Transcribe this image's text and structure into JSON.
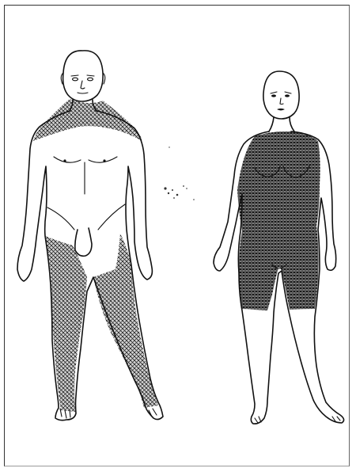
{
  "figure": {
    "type": "anatomical-body-diagram",
    "text": "",
    "figures": [
      {
        "id": "male-figure",
        "view": "front",
        "shaded_regions": [
          "neck-and-shoulders",
          "left-leg",
          "right-leg"
        ]
      },
      {
        "id": "female-figure",
        "view": "front",
        "shaded_regions": [
          "torso",
          "thighs"
        ]
      }
    ],
    "colors": {
      "ink": "#111111",
      "paper": "#ffffff",
      "shading": "crosshatch"
    }
  }
}
